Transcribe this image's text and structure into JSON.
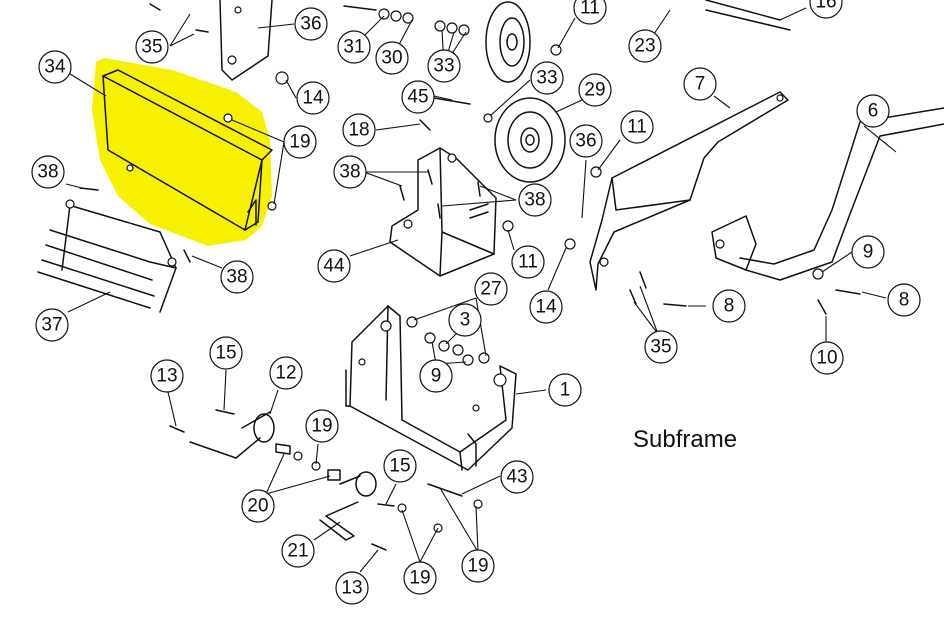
{
  "diagram": {
    "title": "Subframe",
    "highlight_color": "#f7f000",
    "line_color": "#111111",
    "callouts": [
      {
        "id": "c-36a",
        "label": "36"
      },
      {
        "id": "c-35a",
        "label": "35"
      },
      {
        "id": "c-31",
        "label": "31"
      },
      {
        "id": "c-30",
        "label": "30"
      },
      {
        "id": "c-33a",
        "label": "33"
      },
      {
        "id": "c-11a",
        "label": "11"
      },
      {
        "id": "c-23",
        "label": "23"
      },
      {
        "id": "c-16",
        "label": "16"
      },
      {
        "id": "c-34",
        "label": "34"
      },
      {
        "id": "c-14a",
        "label": "14"
      },
      {
        "id": "c-45",
        "label": "45"
      },
      {
        "id": "c-33b",
        "label": "33"
      },
      {
        "id": "c-29",
        "label": "29"
      },
      {
        "id": "c-7",
        "label": "7"
      },
      {
        "id": "c-6",
        "label": "6"
      },
      {
        "id": "c-19a",
        "label": "19"
      },
      {
        "id": "c-18",
        "label": "18"
      },
      {
        "id": "c-36b",
        "label": "36"
      },
      {
        "id": "c-11b",
        "label": "11"
      },
      {
        "id": "c-38a",
        "label": "38"
      },
      {
        "id": "c-38b",
        "label": "38"
      },
      {
        "id": "c-38c",
        "label": "38"
      },
      {
        "id": "c-44",
        "label": "44"
      },
      {
        "id": "c-11c",
        "label": "11"
      },
      {
        "id": "c-9a",
        "label": "9"
      },
      {
        "id": "c-8a",
        "label": "8"
      },
      {
        "id": "c-38d",
        "label": "38"
      },
      {
        "id": "c-27",
        "label": "27"
      },
      {
        "id": "c-14b",
        "label": "14"
      },
      {
        "id": "c-8b",
        "label": "8"
      },
      {
        "id": "c-37",
        "label": "37"
      },
      {
        "id": "c-3",
        "label": "3"
      },
      {
        "id": "c-35b",
        "label": "35"
      },
      {
        "id": "c-10",
        "label": "10"
      },
      {
        "id": "c-15a",
        "label": "15"
      },
      {
        "id": "c-9b",
        "label": "9"
      },
      {
        "id": "c-13a",
        "label": "13"
      },
      {
        "id": "c-12",
        "label": "12"
      },
      {
        "id": "c-1",
        "label": "1"
      },
      {
        "id": "c-19b",
        "label": "19"
      },
      {
        "id": "c-43",
        "label": "43"
      },
      {
        "id": "c-15b",
        "label": "15"
      },
      {
        "id": "c-20",
        "label": "20"
      },
      {
        "id": "c-21",
        "label": "21"
      },
      {
        "id": "c-19c",
        "label": "19"
      },
      {
        "id": "c-19d",
        "label": "19"
      },
      {
        "id": "c-13b",
        "label": "13"
      }
    ]
  }
}
